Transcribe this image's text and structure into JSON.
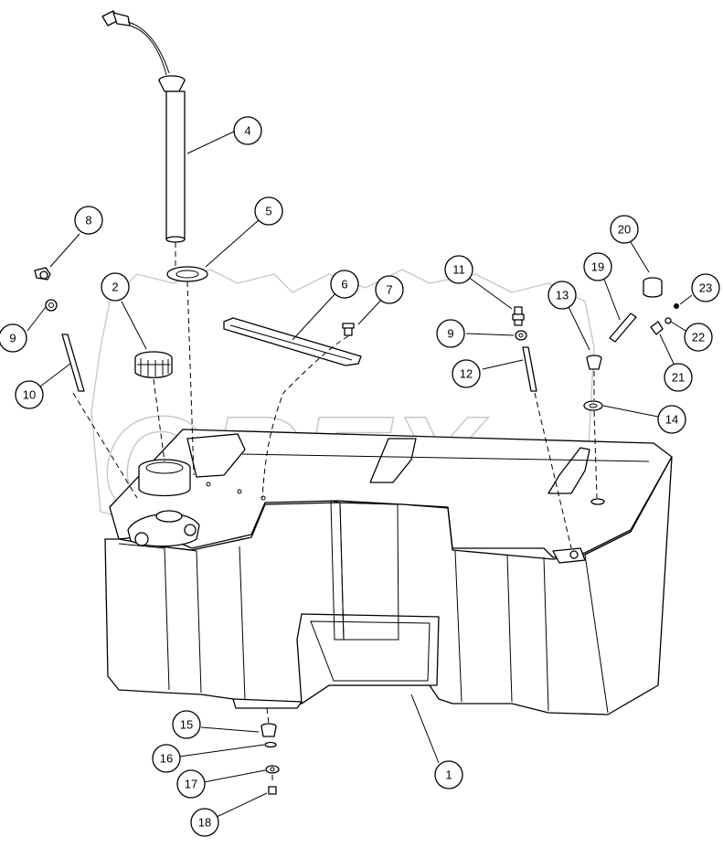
{
  "watermark": {
    "text": "OPEX"
  },
  "corner_mark": "",
  "callouts": [
    "1",
    "2",
    "4",
    "5",
    "6",
    "7",
    "8",
    "9",
    "9",
    "10",
    "11",
    "12",
    "13",
    "14",
    "15",
    "16",
    "17",
    "18",
    "19",
    "20",
    "21",
    "22",
    "23"
  ]
}
